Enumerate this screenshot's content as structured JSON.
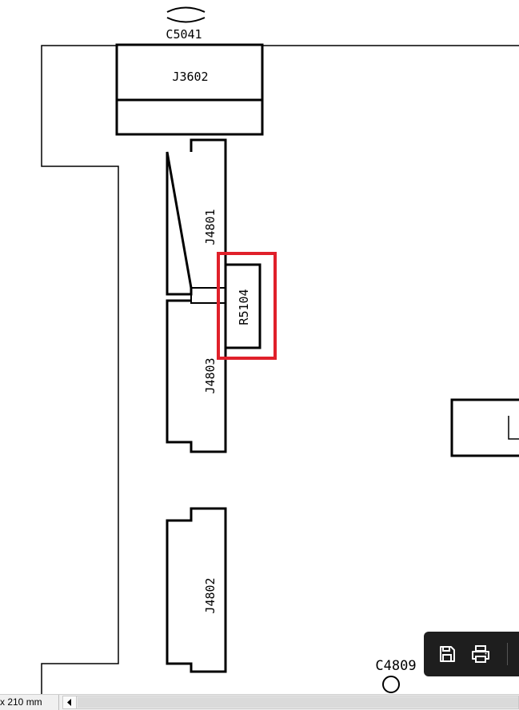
{
  "document": {
    "page_size": "x 210 mm",
    "highlight_color": "#e0202a"
  },
  "components": {
    "c5041": "C5041",
    "j3602": "J3602",
    "j4801": "J4801",
    "r5104": "R5104",
    "j4803": "J4803",
    "j4802": "J4802",
    "c4809": "C4809"
  },
  "toolbar": {
    "save_icon": "save-icon",
    "print_icon": "print-icon"
  },
  "statusbar": {
    "scroll_left_icon": "arrow-left-icon"
  }
}
